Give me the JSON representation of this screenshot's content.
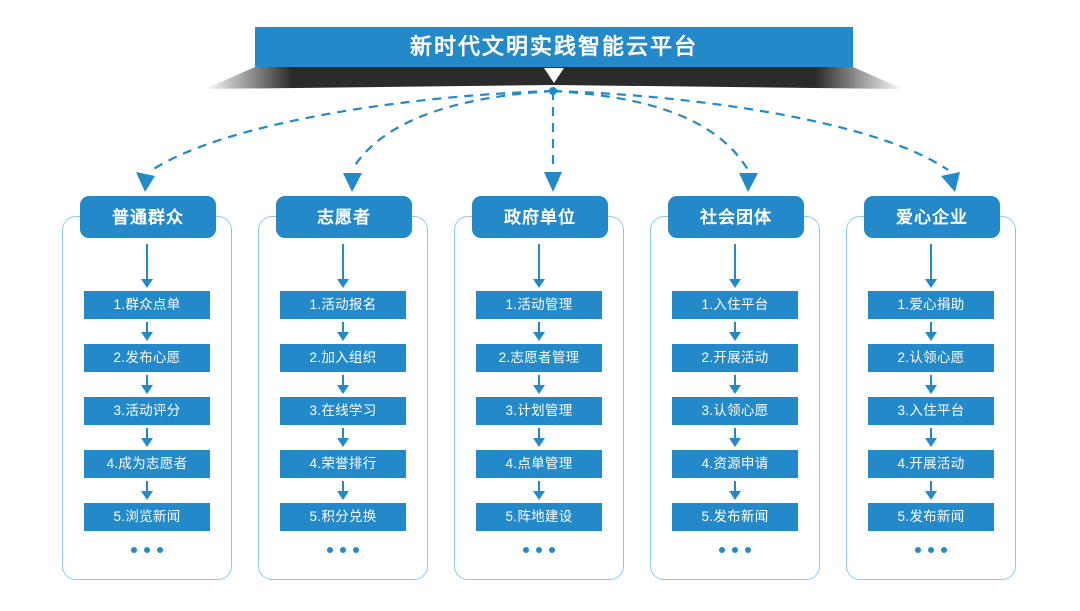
{
  "banner": {
    "title": "新时代文明实践智能云平台"
  },
  "colors": {
    "primary": "#2389c8",
    "ribbon": "#2b2b2b",
    "frame_border": "#8ec9e8",
    "text_on_primary": "#ffffff"
  },
  "ellipsis_label": "•••",
  "columns": [
    {
      "header": "普通群众",
      "steps": [
        "1.群众点单",
        "2.发布心愿",
        "3.活动评分",
        "4.成为志愿者",
        "5.浏览新闻"
      ]
    },
    {
      "header": "志愿者",
      "steps": [
        "1.活动报名",
        "2.加入组织",
        "3.在线学习",
        "4.荣誉排行",
        "5.积分兑换"
      ]
    },
    {
      "header": "政府单位",
      "steps": [
        "1.活动管理",
        "2.志愿者管理",
        "3.计划管理",
        "4.点单管理",
        "5.阵地建设"
      ]
    },
    {
      "header": "社会团体",
      "steps": [
        "1.入住平台",
        "2.开展活动",
        "3.认领心愿",
        "4.资源申请",
        "5.发布新闻"
      ]
    },
    {
      "header": "爱心企业",
      "steps": [
        "1.爱心捐助",
        "2.认领心愿",
        "3.入住平台",
        "4.开展活动",
        "5.发布新闻"
      ]
    }
  ]
}
